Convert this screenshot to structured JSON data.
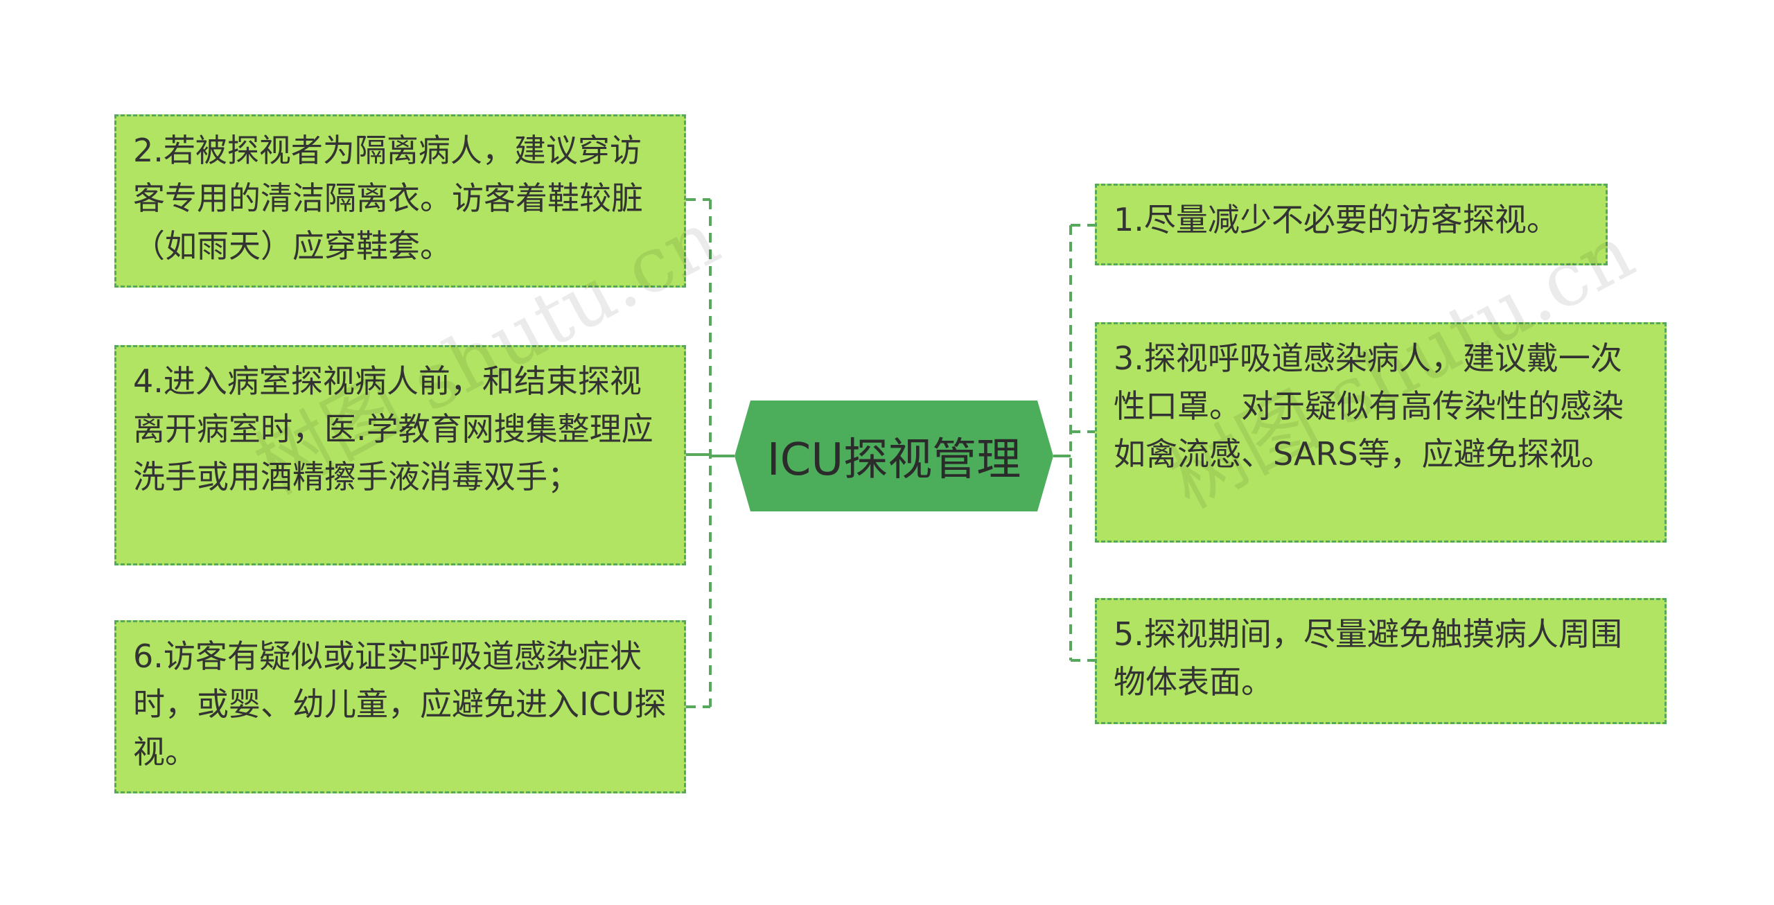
{
  "center": {
    "label": "ICU探视管理"
  },
  "left_nodes": [
    {
      "text": "2.若被探视者为隔离病人，建议穿访客专用的清洁隔离衣。访客着鞋较脏（如雨天）应穿鞋套。"
    },
    {
      "text": "4.进入病室探视病人前，和结束探视离开病室时，医.学教育网搜集整理应洗手或用酒精擦手液消毒双手；"
    },
    {
      "text": "6.访客有疑似或证实呼吸道感染症状时，或婴、幼儿童，应避免进入ICU探视。"
    }
  ],
  "right_nodes": [
    {
      "text": "1.尽量减少不必要的访客探视。"
    },
    {
      "text": "3.探视呼吸道感染病人，建议戴一次性口罩。对于疑似有高传染性的感染如禽流感、SARS等，应避免探视。"
    },
    {
      "text": "5.探视期间，尽量避免触摸病人周围物体表面。"
    }
  ],
  "watermarks": [
    {
      "text": "树图 shutu.cn"
    },
    {
      "text": "树图 shutu.cn"
    }
  ],
  "colors": {
    "node_fill": "#b1e462",
    "node_border": "#55a85c",
    "center_fill": "#4cad5a",
    "connector": "#55a85c"
  }
}
